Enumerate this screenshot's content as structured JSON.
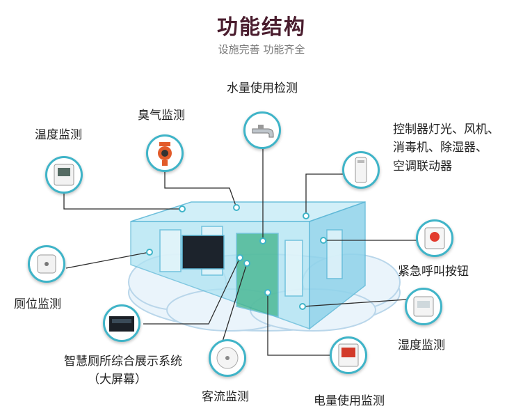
{
  "header": {
    "title": "功能结构",
    "subtitle": "设施完善 功能齐全"
  },
  "labels": {
    "water": "水量使用检测",
    "odor": "臭气监测",
    "temperature": "温度监测",
    "controller": [
      "控制器灯光、风机、",
      "消毒机、除湿器、",
      "空调联动器"
    ],
    "emergency": "紧急呼叫按钮",
    "stall": "厕位监测",
    "humidity": "湿度监测",
    "display": [
      "智慧厕所综合展示系统",
      "（大屏幕）"
    ],
    "flow": "客流监测",
    "power": "电量使用监测"
  },
  "colors": {
    "accent": "#3fb4c8",
    "title": "#4a1d2e",
    "box": "#8fd3ea"
  }
}
